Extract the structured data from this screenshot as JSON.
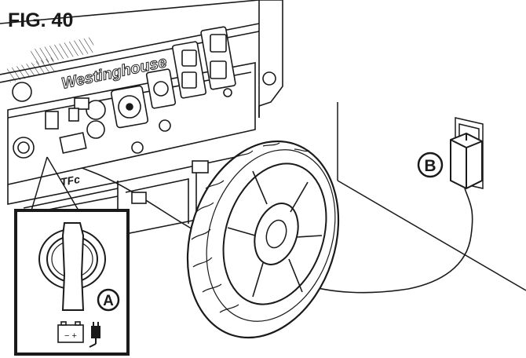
{
  "figure": {
    "label": "FIG. 40"
  },
  "generator": {
    "brand": "Westinghouse",
    "model_mark": "TFc"
  },
  "callouts": {
    "inset": "A",
    "charger": "B"
  },
  "inset": {
    "battery_sign": "− +"
  },
  "colors": {
    "ink": "#1a1a1a",
    "paper": "#ffffff"
  }
}
